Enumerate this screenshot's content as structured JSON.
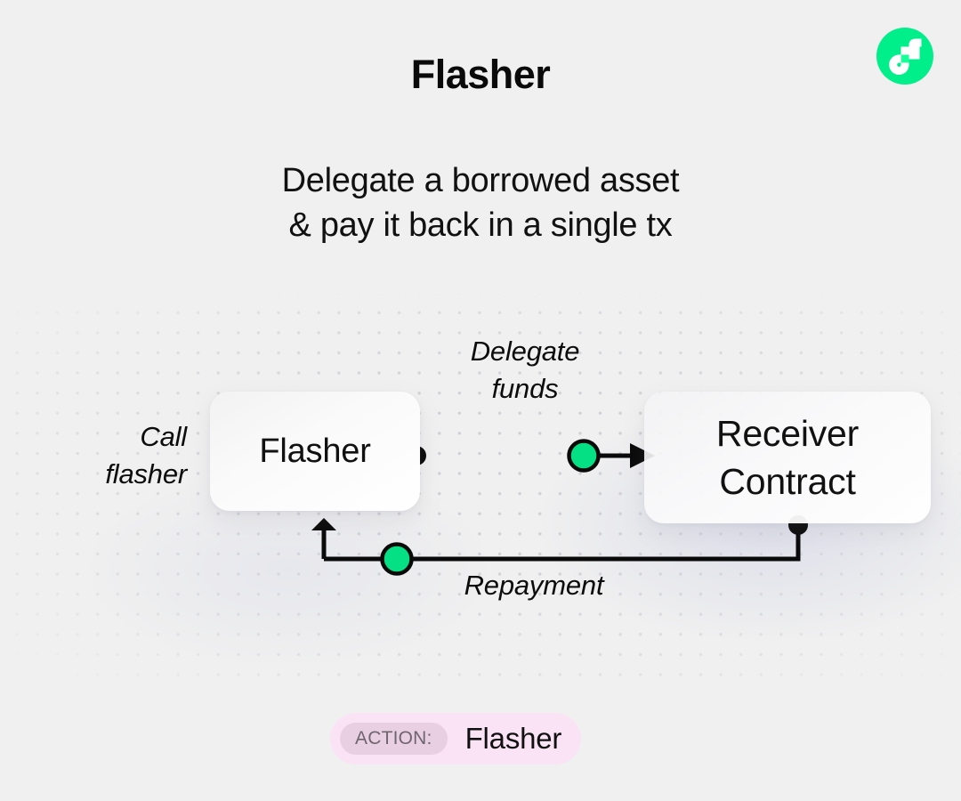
{
  "page": {
    "background_color": "#f0f0f0",
    "title": "Flasher",
    "subtitle_line_1": "Delegate a borrowed asset",
    "subtitle_line_2": "& pay it back in a single tx"
  },
  "logo": {
    "name": "flow-logo",
    "circle_color": "#00ef8b",
    "glyph_color": "#ffffff",
    "accent_color": "#16ff99"
  },
  "diagram": {
    "nodes": [
      {
        "id": "flasher",
        "label": "Flasher"
      },
      {
        "id": "receiver",
        "label_line_1": "Receiver",
        "label_line_2": "Contract"
      }
    ],
    "labels": {
      "call_line_1": "Call",
      "call_line_2": "flasher",
      "delegate_line_1": "Delegate",
      "delegate_line_2": "funds",
      "repayment": "Repayment"
    },
    "colors": {
      "wire": "#0a0a0a",
      "token_fill": "#05e085",
      "token_stroke": "#0a0a0a",
      "dot_grid": "#cfcfd4"
    }
  },
  "action_badge": {
    "tag": "ACTION:",
    "value": "Flasher",
    "pill_color": "#fae3f4",
    "tag_color": "#e9cfe2",
    "tag_text_color": "#6f6570"
  }
}
